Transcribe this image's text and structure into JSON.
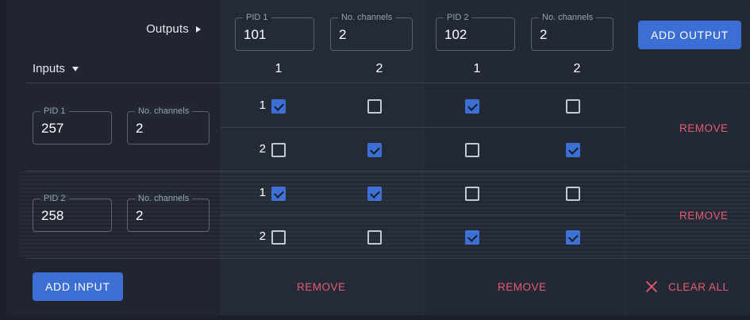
{
  "panel": {
    "outputs_label": "Outputs",
    "inputs_label": "Inputs"
  },
  "colors": {
    "page_bg": "#1b202b",
    "card_bg": "#222835",
    "accent": "#3b6fd4",
    "danger": "#e85c6e",
    "text": "#ffffff",
    "muted": "#9aa2b1",
    "divider": "#39404e"
  },
  "outputs": {
    "add_button_label": "ADD OUTPUT",
    "items": [
      {
        "pid_legend": "PID 1",
        "pid_value": "101",
        "channels_legend": "No. channels",
        "channels_value": "2",
        "channel_headers": [
          "1",
          "2"
        ],
        "remove_label": "REMOVE"
      },
      {
        "pid_legend": "PID 2",
        "pid_value": "102",
        "channels_legend": "No. channels",
        "channels_value": "2",
        "channel_headers": [
          "1",
          "2"
        ],
        "remove_label": "REMOVE"
      }
    ]
  },
  "inputs": {
    "add_button_label": "ADD INPUT",
    "items": [
      {
        "pid_legend": "PID 1",
        "pid_value": "257",
        "channels_legend": "No. channels",
        "channels_value": "2",
        "remove_label": "REMOVE",
        "highlighted": false,
        "channel_rows": [
          {
            "index": "1",
            "checked": [
              true,
              false,
              true,
              false
            ]
          },
          {
            "index": "2",
            "checked": [
              false,
              true,
              false,
              true
            ]
          }
        ]
      },
      {
        "pid_legend": "PID 2",
        "pid_value": "258",
        "channels_legend": "No. channels",
        "channels_value": "2",
        "remove_label": "REMOVE",
        "highlighted": true,
        "channel_rows": [
          {
            "index": "1",
            "checked": [
              true,
              true,
              false,
              false
            ]
          },
          {
            "index": "2",
            "checked": [
              false,
              false,
              true,
              true
            ]
          }
        ]
      }
    ]
  },
  "footer": {
    "clear_all_label": "CLEAR ALL",
    "clear_all_icon": "close-x-icon"
  }
}
